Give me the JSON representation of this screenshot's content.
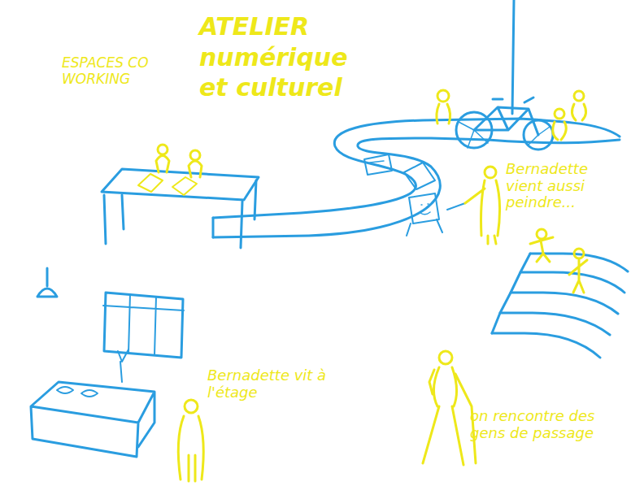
{
  "diagram": {
    "title": "ATELIER numérique et culturel",
    "labels": [
      "ESPACES CO WORKING",
      "Bernadette vient aussi peindre...",
      "Bernadette vit à l'étage",
      "on rencontre des gens de passage"
    ]
  }
}
